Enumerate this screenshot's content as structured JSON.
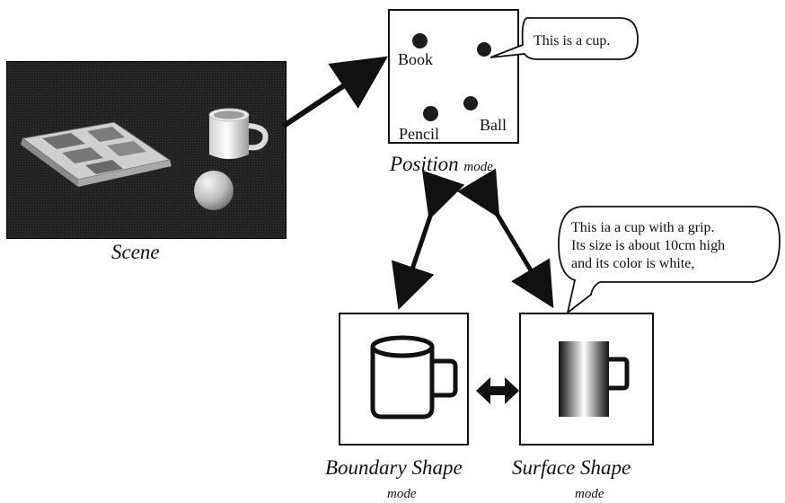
{
  "scene": {
    "caption": "Scene"
  },
  "position_panel": {
    "caption_main": "Position",
    "caption_suffix": "mode",
    "objects": [
      {
        "label": "Book"
      },
      {
        "label": "Pencil"
      },
      {
        "label": "Ball"
      }
    ],
    "speech": "This is a cup."
  },
  "boundary_panel": {
    "caption_main": "Boundary Shape",
    "caption_suffix": "mode"
  },
  "surface_panel": {
    "caption_main": "Surface Shape",
    "caption_suffix": "mode",
    "speech_lines": [
      "This ia a cup with a grip.",
      "Its size is about 10cm high",
      "and its color is white,"
    ]
  },
  "colors": {
    "ink": "#111111",
    "scene_background": "#1a1a1a",
    "dot": "#1c1c1c"
  },
  "icons": [
    "cup-outline-icon",
    "cup-gradient-icon",
    "double-arrow-icon"
  ]
}
